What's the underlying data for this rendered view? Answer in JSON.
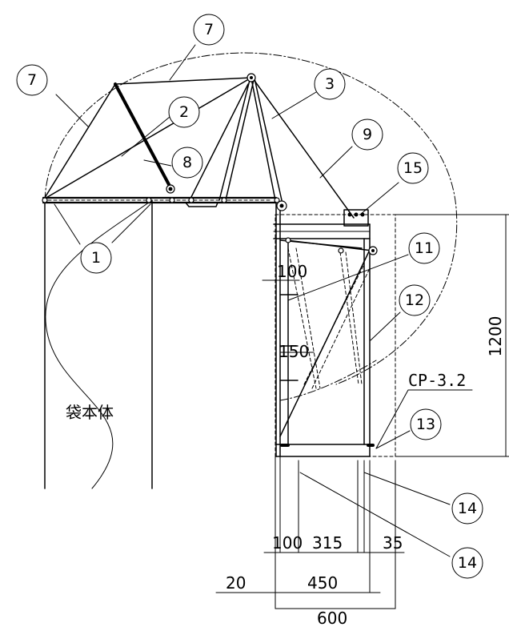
{
  "callouts": {
    "c7a": "7",
    "c7b": "7",
    "c3": "3",
    "c2": "2",
    "c8": "8",
    "c9": "9",
    "c15": "15",
    "c1": "1",
    "c11": "11",
    "c12": "12",
    "c13": "13",
    "c14a": "14",
    "c14b": "14"
  },
  "labels": {
    "bag_body": "袋本体",
    "plate_spec": "CP-3.2"
  },
  "dimensions": {
    "d100_top": "100",
    "d150": "150",
    "d1200": "1200",
    "d100": "100",
    "d315": "315",
    "d35": "35",
    "d20": "20",
    "d450": "450",
    "d600": "600"
  }
}
